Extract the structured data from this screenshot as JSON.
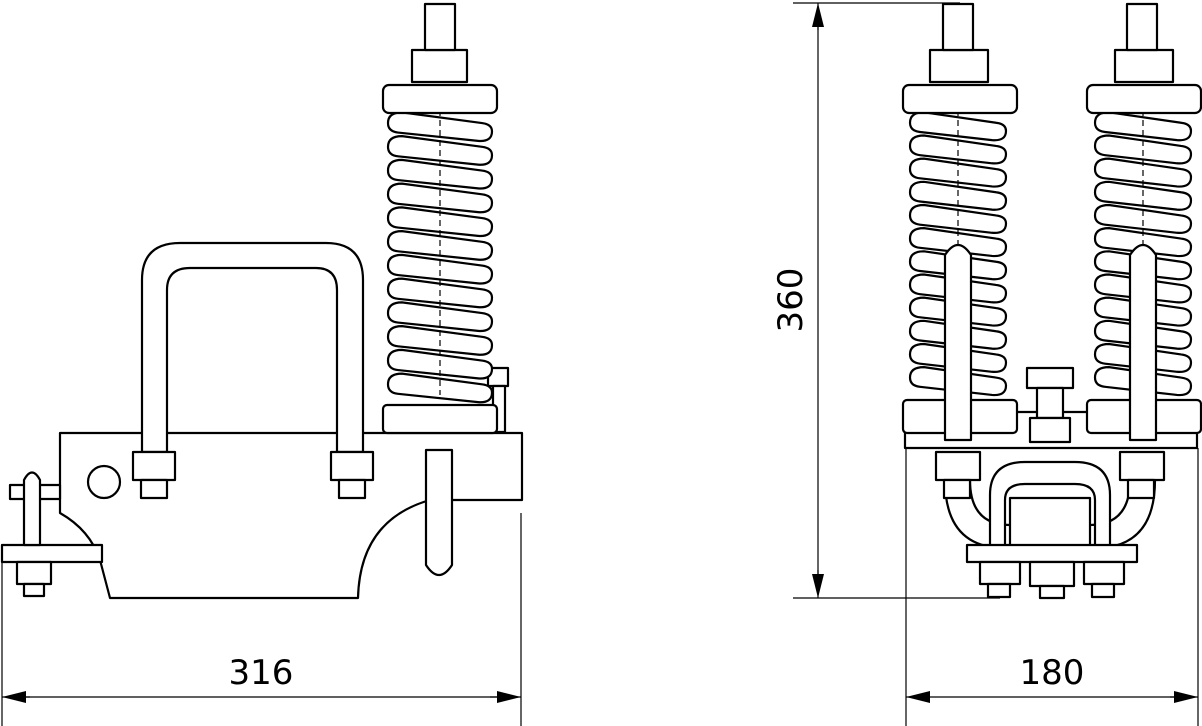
{
  "drawing": {
    "dimensions": {
      "width_side": "316",
      "width_front": "180",
      "height": "360"
    }
  }
}
